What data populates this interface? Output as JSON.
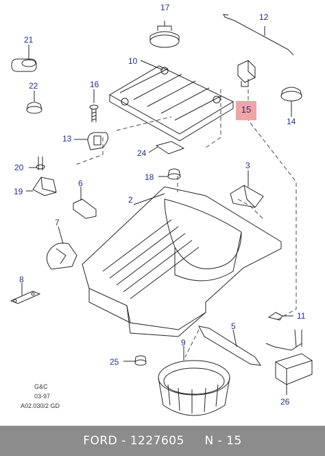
{
  "diagram": {
    "callouts": [
      "17",
      "12",
      "21",
      "10",
      "16",
      "22",
      "15",
      "14",
      "13",
      "24",
      "20",
      "3",
      "18",
      "6",
      "19",
      "2",
      "7",
      "8",
      "11",
      "5",
      "9",
      "25",
      "26"
    ],
    "highlighted_part": "15",
    "meta_lines": [
      "G&C",
      "03-97",
      "A02.030/2 GD"
    ]
  },
  "footer": {
    "brand": "FORD",
    "sep1": " - ",
    "part_number": "1227605",
    "spacer": "     ",
    "position_label": "N",
    "sep2": " - ",
    "position_value": "15"
  },
  "colors": {
    "callout_text": "#1f2f8f",
    "highlight": "#f2a3a3",
    "footer_bg": "#8c8c8c",
    "footer_text": "#ffffff"
  }
}
